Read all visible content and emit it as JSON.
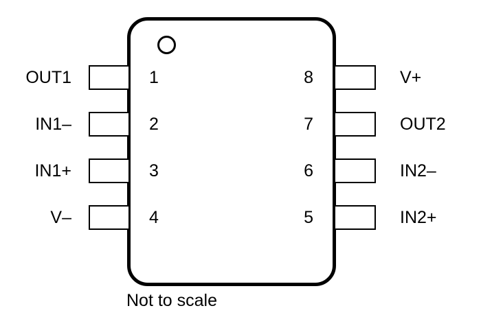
{
  "ic_pinout": {
    "note": "Not to scale",
    "pin1_marker": "circle",
    "left_pins": [
      {
        "number": "1",
        "label": "OUT1"
      },
      {
        "number": "2",
        "label": "IN1–"
      },
      {
        "number": "3",
        "label": "IN1+"
      },
      {
        "number": "4",
        "label": "V–"
      }
    ],
    "right_pins": [
      {
        "number": "8",
        "label": "V+"
      },
      {
        "number": "7",
        "label": "OUT2"
      },
      {
        "number": "6",
        "label": "IN2–"
      },
      {
        "number": "5",
        "label": "IN2+"
      }
    ],
    "colors": {
      "stroke": "#000000",
      "text": "#000000",
      "background": "#ffffff"
    }
  }
}
